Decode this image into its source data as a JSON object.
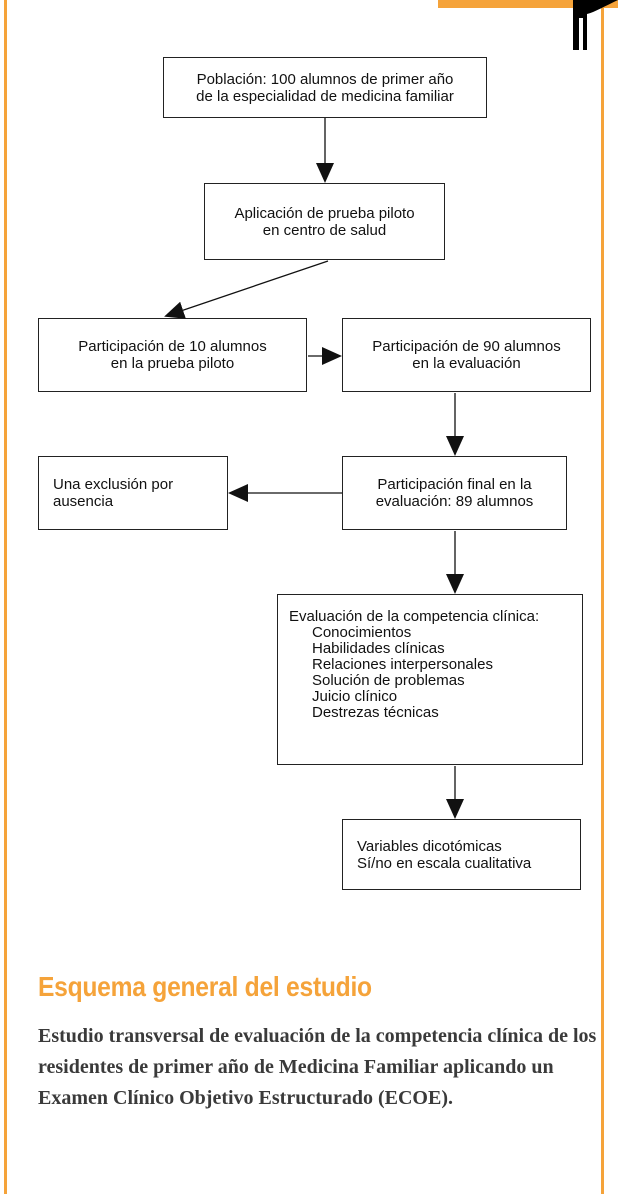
{
  "nodes": {
    "poblacion": "Población: 100 alumnos de primer año\nde la especialidad de medicina familiar",
    "prueba_piloto": "Aplicación de prueba piloto\nen centro de salud",
    "participacion_10": "Participación de 10 alumnos\nen la prueba piloto",
    "participacion_90": "Participación de 90 alumnos\nen la evaluación",
    "exclusion": "Una exclusión por\nausencia",
    "participacion_final": "Participación final en la\nevaluación: 89 alumnos",
    "evaluacion": {
      "title": "Evaluación de la competencia clínica:",
      "items": [
        "Conocimientos",
        "Habilidades clínicas",
        "Relaciones interpersonales",
        "Solución de problemas",
        "Juicio clínico",
        "Destrezas técnicas"
      ]
    },
    "variables": "Variables dicotómicas\nSí/no en escala cualitativa"
  },
  "heading": "Esquema general del estudio",
  "description": "Estudio transversal de evaluación de la competencia clínica de los residentes de primer año de Medicina Familiar aplicando un Examen Clínico Objetivo Estructurado (ECOE).",
  "colors": {
    "accent": "#f5a33a",
    "text": "#3a3a3a"
  }
}
